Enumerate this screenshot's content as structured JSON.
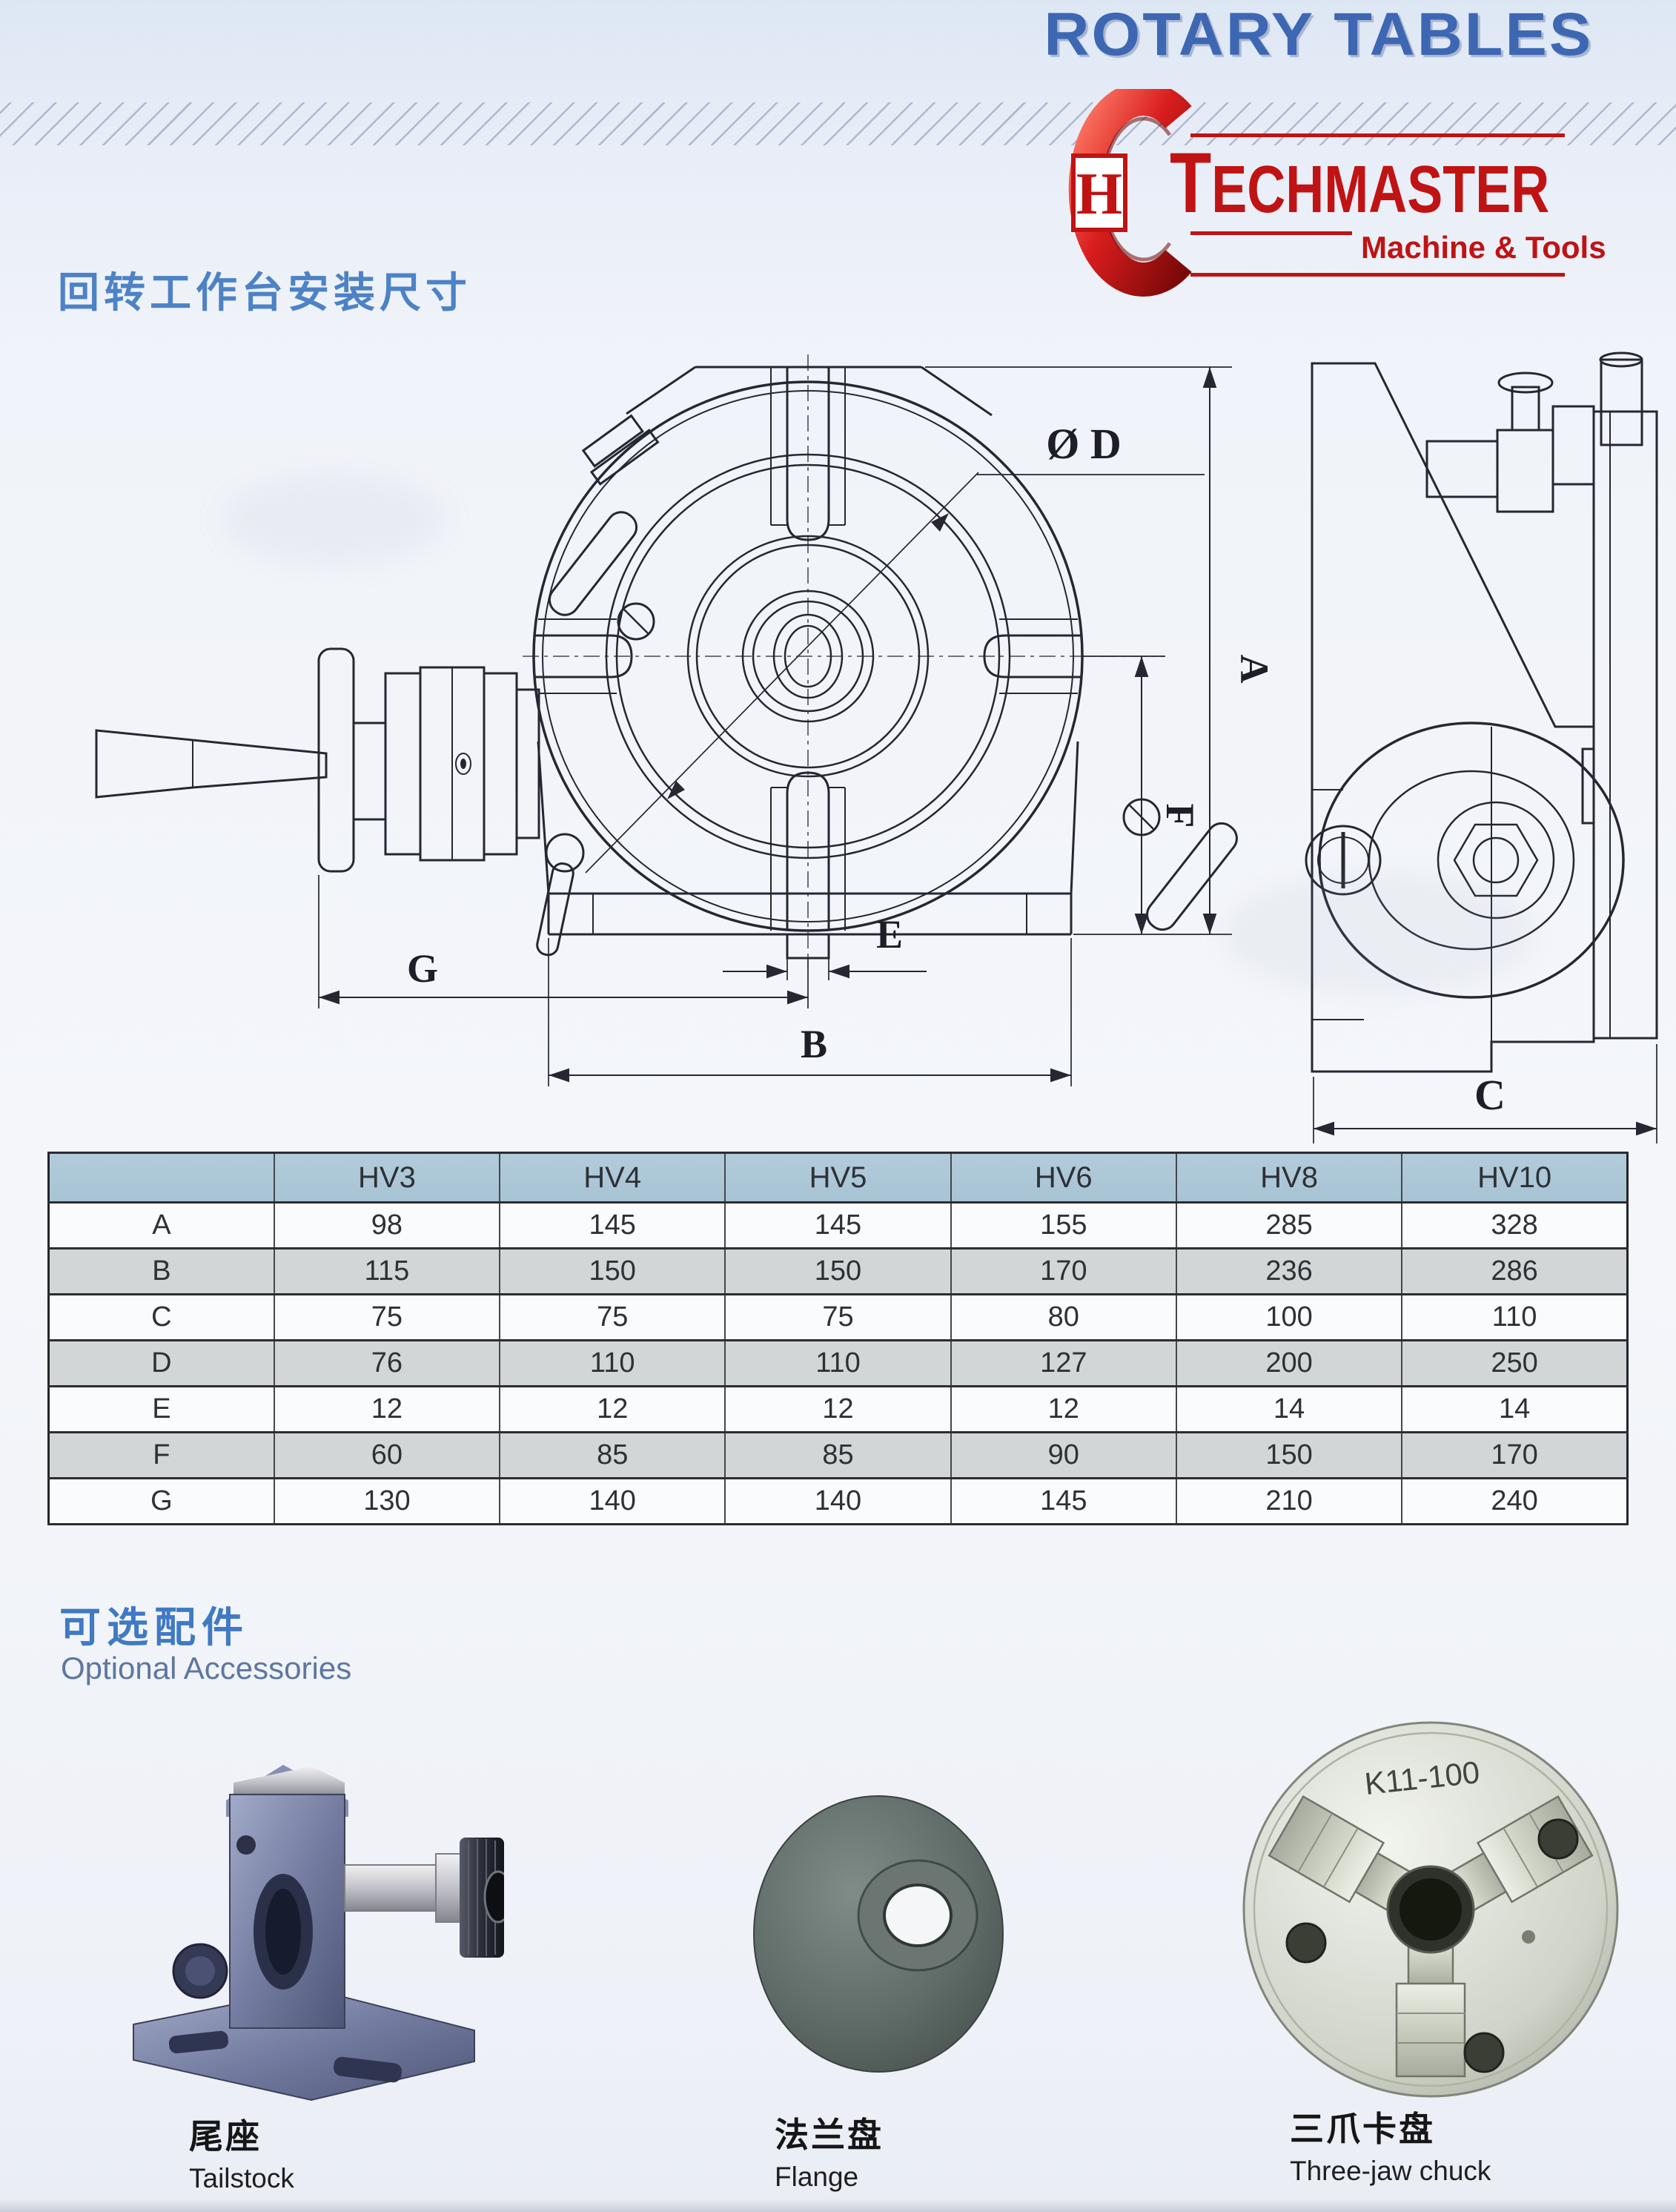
{
  "header": {
    "title": "ROTARY TABLES"
  },
  "logo": {
    "monogram": "H",
    "brand": "TECHMASTER",
    "tagline": "Machine & Tools"
  },
  "sections": {
    "install_dims_zh": "回转工作台安装尺寸",
    "optional_zh": "可选配件",
    "optional_en": "Optional Accessories"
  },
  "diagram": {
    "labels": {
      "d": "Ø D",
      "a": "A",
      "b": "B",
      "c": "C",
      "e": "E",
      "f": "F",
      "g": "G"
    }
  },
  "chart_data": {
    "type": "table",
    "columns": [
      "",
      "HV3",
      "HV4",
      "HV5",
      "HV6",
      "HV8",
      "HV10"
    ],
    "rows": [
      {
        "label": "A",
        "values": [
          "98",
          "145",
          "145",
          "155",
          "285",
          "328"
        ]
      },
      {
        "label": "B",
        "values": [
          "115",
          "150",
          "150",
          "170",
          "236",
          "286"
        ]
      },
      {
        "label": "C",
        "values": [
          "75",
          "75",
          "75",
          "80",
          "100",
          "110"
        ]
      },
      {
        "label": "D",
        "values": [
          "76",
          "110",
          "110",
          "127",
          "200",
          "250"
        ]
      },
      {
        "label": "E",
        "values": [
          "12",
          "12",
          "12",
          "12",
          "14",
          "14"
        ]
      },
      {
        "label": "F",
        "values": [
          "60",
          "85",
          "85",
          "90",
          "150",
          "170"
        ]
      },
      {
        "label": "G",
        "values": [
          "130",
          "140",
          "140",
          "145",
          "210",
          "240"
        ]
      }
    ]
  },
  "accessories": [
    {
      "name_zh": "尾座",
      "name_en": "Tailstock"
    },
    {
      "name_zh": "法兰盘",
      "name_en": "Flange"
    },
    {
      "name_zh": "三爪卡盘",
      "name_en": "Three-jaw chuck",
      "marking": "K11-100"
    }
  ],
  "colors": {
    "accent_blue": "#3d67b2",
    "heading_blue": "#4d82c6",
    "brand_red": "#c01313",
    "table_header_bg": "#a9c5d6",
    "table_shade_row": "#d2d6d7",
    "line_ink": "#262733"
  }
}
